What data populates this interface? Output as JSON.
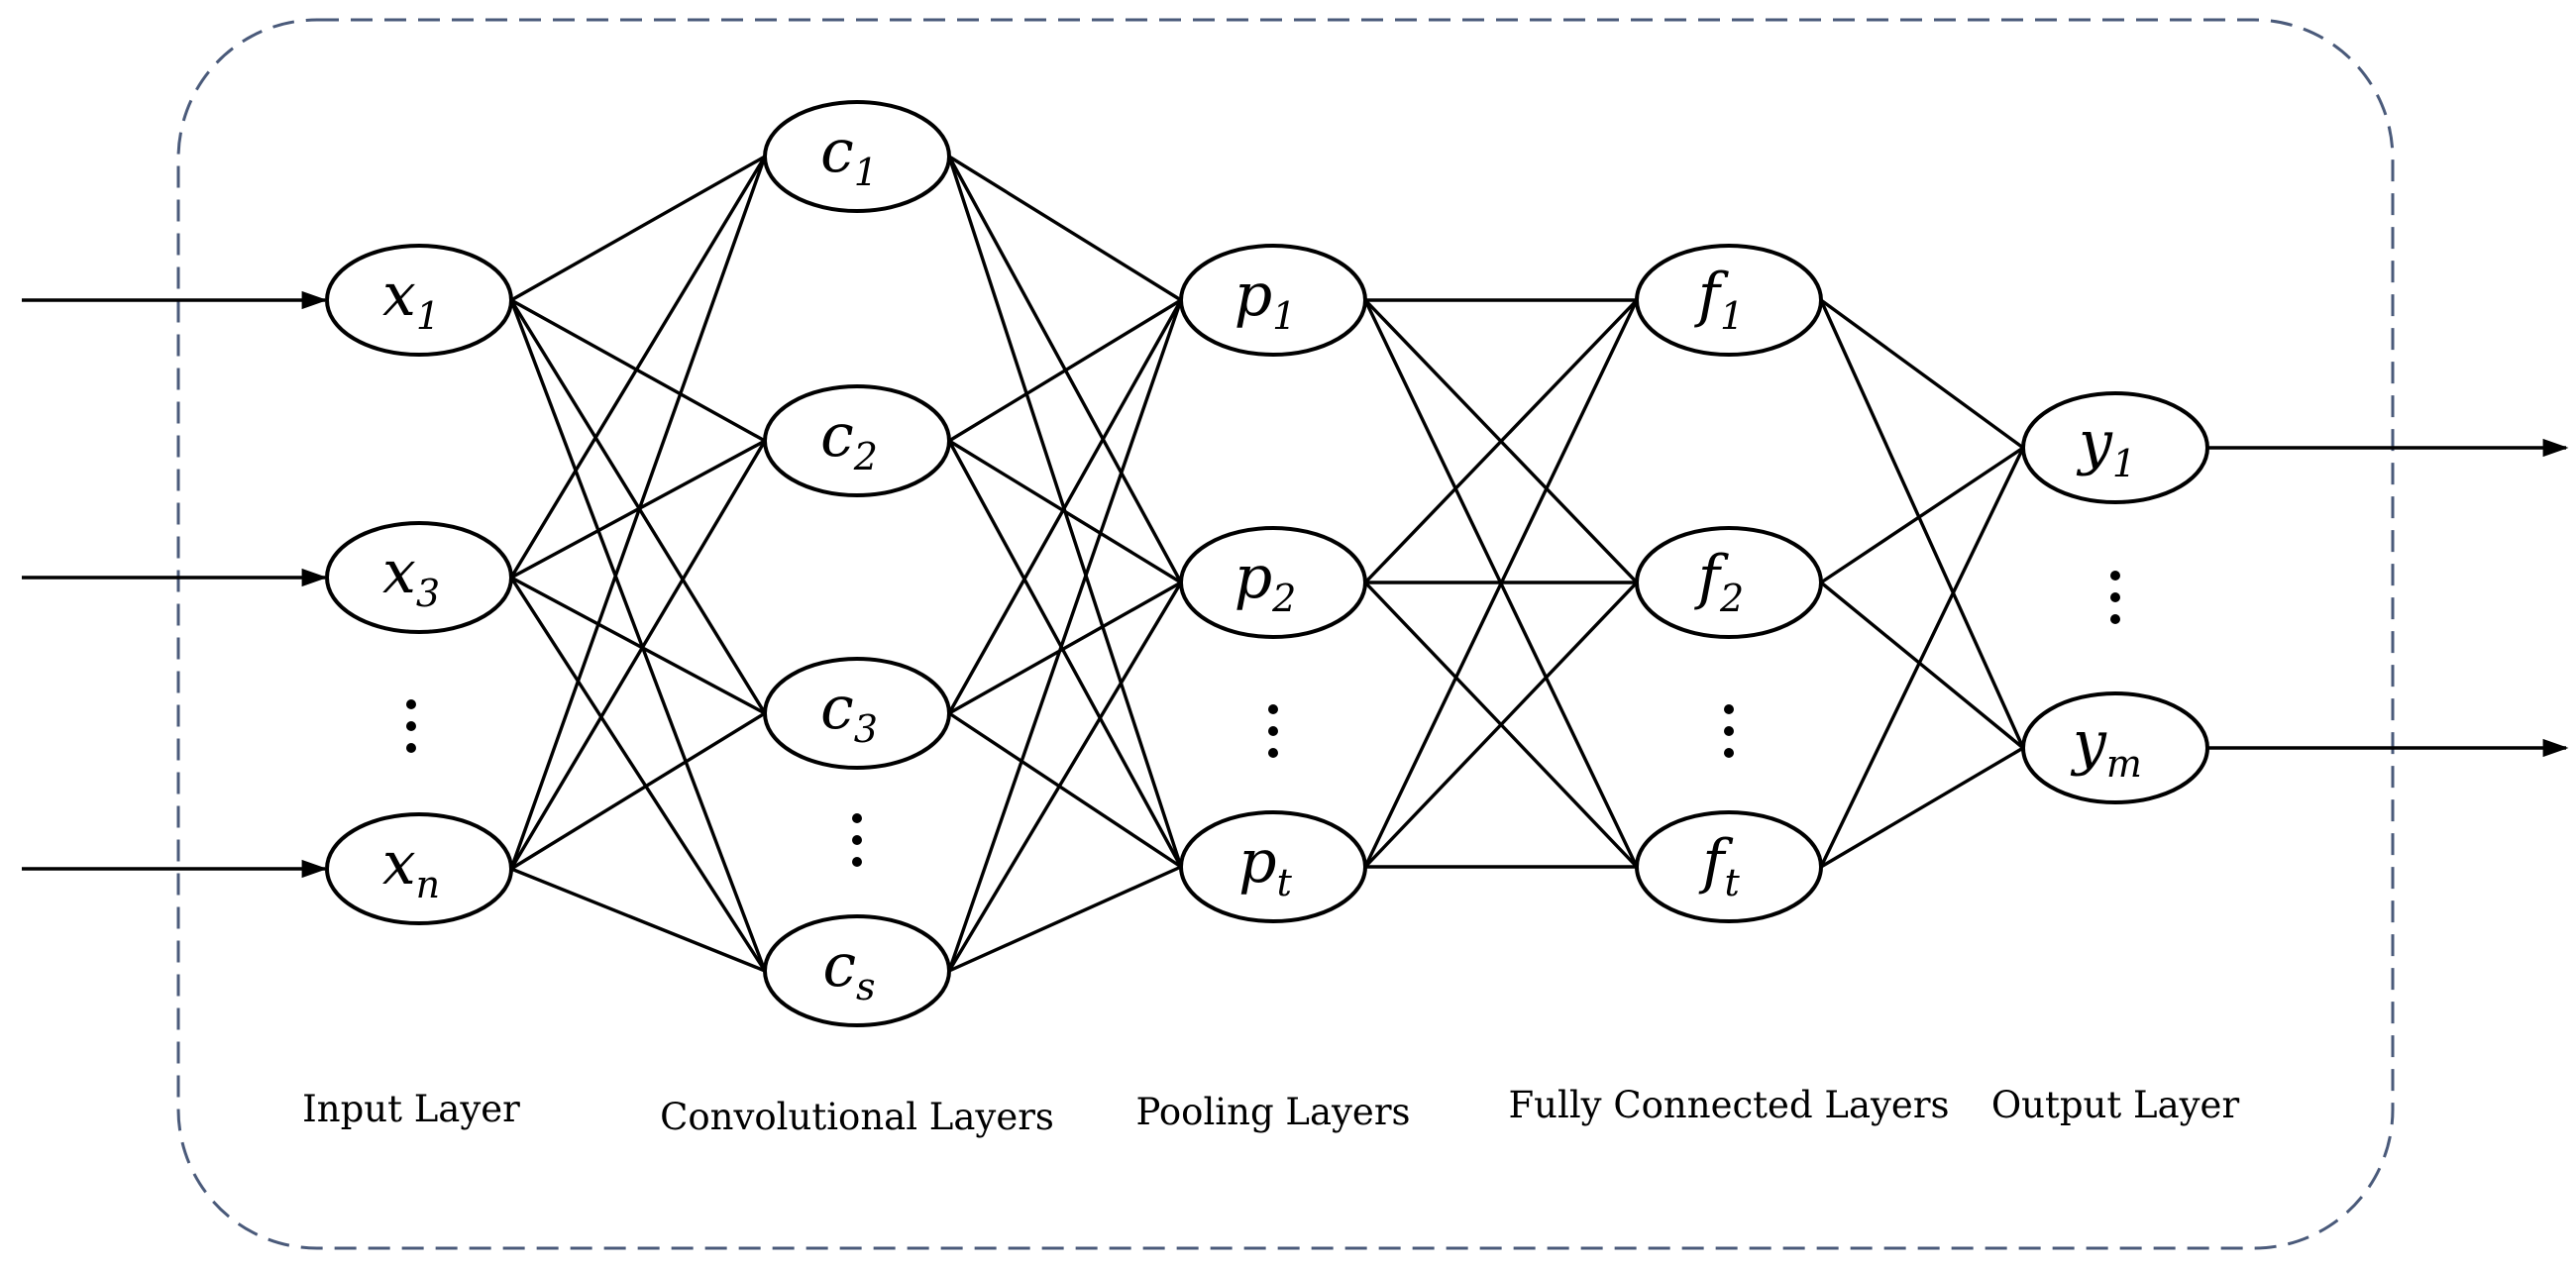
{
  "layers": [
    {
      "id": "input",
      "label": "Input Layer",
      "nodes": [
        {
          "id": "x1",
          "var": "x",
          "sub": "1"
        },
        {
          "id": "x3",
          "var": "x",
          "sub": "3"
        },
        {
          "id": "xn",
          "var": "x",
          "sub": "n"
        }
      ]
    },
    {
      "id": "conv",
      "label": "Convolutional Layers",
      "nodes": [
        {
          "id": "c1",
          "var": "c",
          "sub": "1"
        },
        {
          "id": "c2",
          "var": "c",
          "sub": "2"
        },
        {
          "id": "c3",
          "var": "c",
          "sub": "3"
        },
        {
          "id": "cs",
          "var": "c",
          "sub": "s"
        }
      ]
    },
    {
      "id": "pool",
      "label": "Pooling Layers",
      "nodes": [
        {
          "id": "p1",
          "var": "p",
          "sub": "1"
        },
        {
          "id": "p2",
          "var": "p",
          "sub": "2"
        },
        {
          "id": "pt",
          "var": "p",
          "sub": "t"
        }
      ]
    },
    {
      "id": "fc",
      "label": "Fully Connected Layers",
      "nodes": [
        {
          "id": "f1",
          "var": "f",
          "sub": "1"
        },
        {
          "id": "f2",
          "var": "f",
          "sub": "2"
        },
        {
          "id": "ft",
          "var": "f",
          "sub": "t"
        }
      ]
    },
    {
      "id": "output",
      "label": "Output Layer",
      "nodes": [
        {
          "id": "y1",
          "var": "y",
          "sub": "1"
        },
        {
          "id": "ym",
          "var": "y",
          "sub": "m"
        }
      ]
    }
  ],
  "connections": "fully-connected-between-adjacent-layers",
  "input_arrows": [
    "x1",
    "x3",
    "xn"
  ],
  "output_arrows": [
    "y1",
    "ym"
  ]
}
